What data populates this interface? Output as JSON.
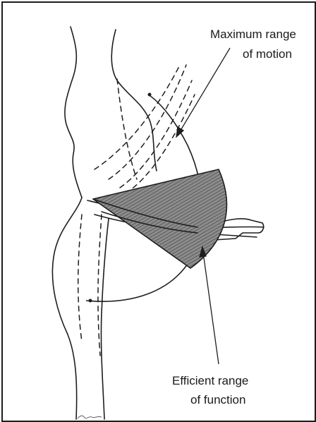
{
  "labels": {
    "maximum_range_line1": "Maximum range",
    "maximum_range_line2": "of motion",
    "efficient_range_line1": "Efficient range",
    "efficient_range_line2": "of function"
  }
}
